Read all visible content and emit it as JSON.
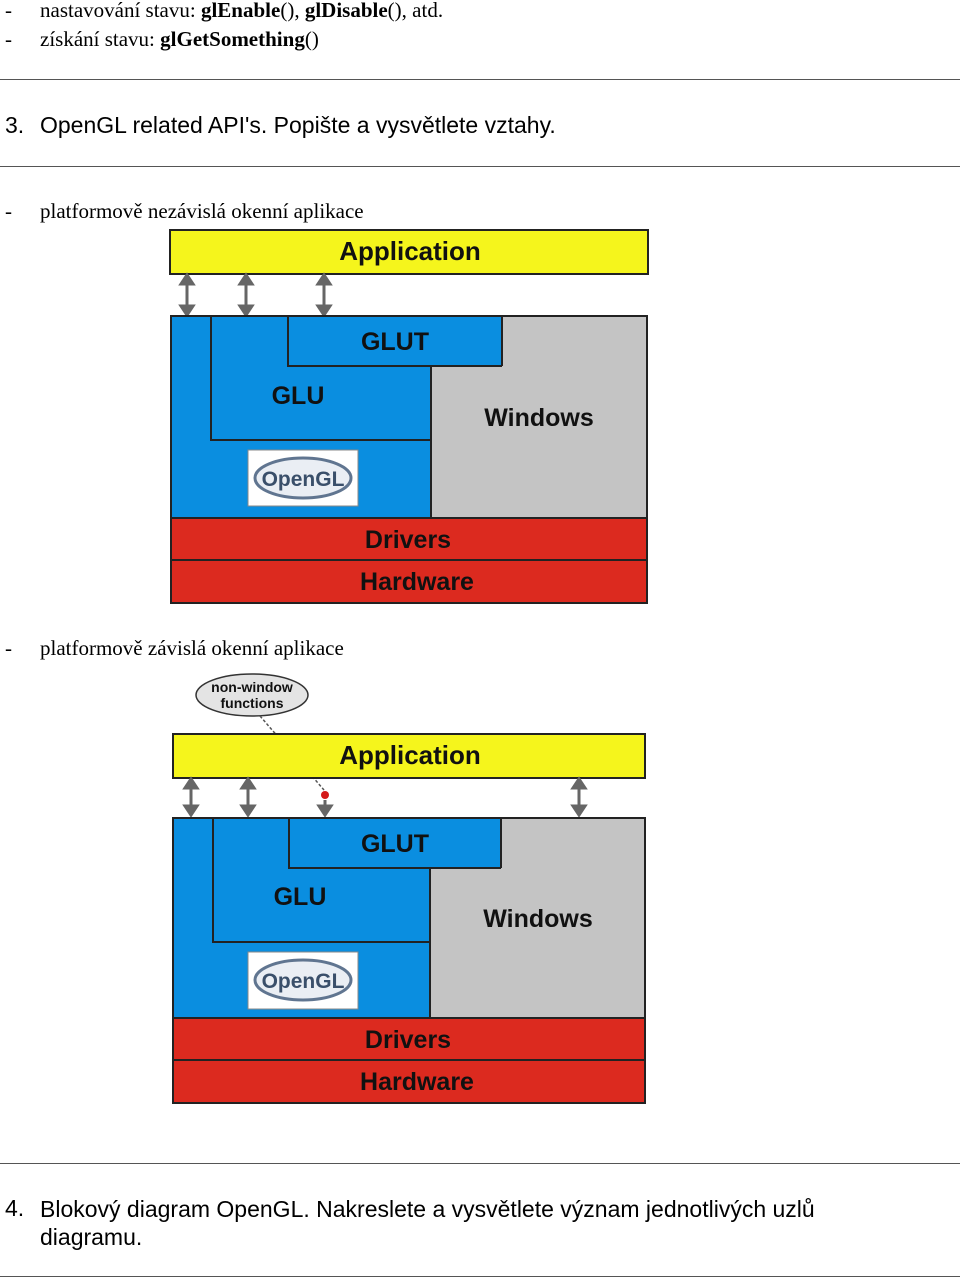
{
  "list_top": [
    {
      "dash": "-",
      "prefix": "nastavování stavu: ",
      "code1": "glEnable",
      "mid": "(), ",
      "code2": "glDisable",
      "suffix": "(), atd."
    },
    {
      "dash": "-",
      "prefix": "získání stavu: ",
      "code1": "glGetSomething",
      "suffix": "()"
    }
  ],
  "q3": {
    "num": "3.",
    "text": "OpenGL related API's. Popište a vysvětlete vztahy."
  },
  "section1": {
    "dash": "-",
    "text": "platformově nezávislá okenní aplikace"
  },
  "section2": {
    "dash": "-",
    "text": "platformově závislá okenní aplikace"
  },
  "diagram": {
    "application": "Application",
    "glut": "GLUT",
    "glu": "GLU",
    "windows": "Windows",
    "opengl": "OpenGL",
    "drivers": "Drivers",
    "hardware": "Hardware",
    "bubble_line1": "non-window",
    "bubble_line2": "functions"
  },
  "q4": {
    "num": "4.",
    "text": "Blokový diagram OpenGL. Nakreslete a vysvětlete význam jednotlivých uzlů diagramu."
  },
  "colors": {
    "yellow": "#f5f51c",
    "blue": "#0a8ee0",
    "gray": "#c4c4c4",
    "red": "#dc2a1f"
  }
}
